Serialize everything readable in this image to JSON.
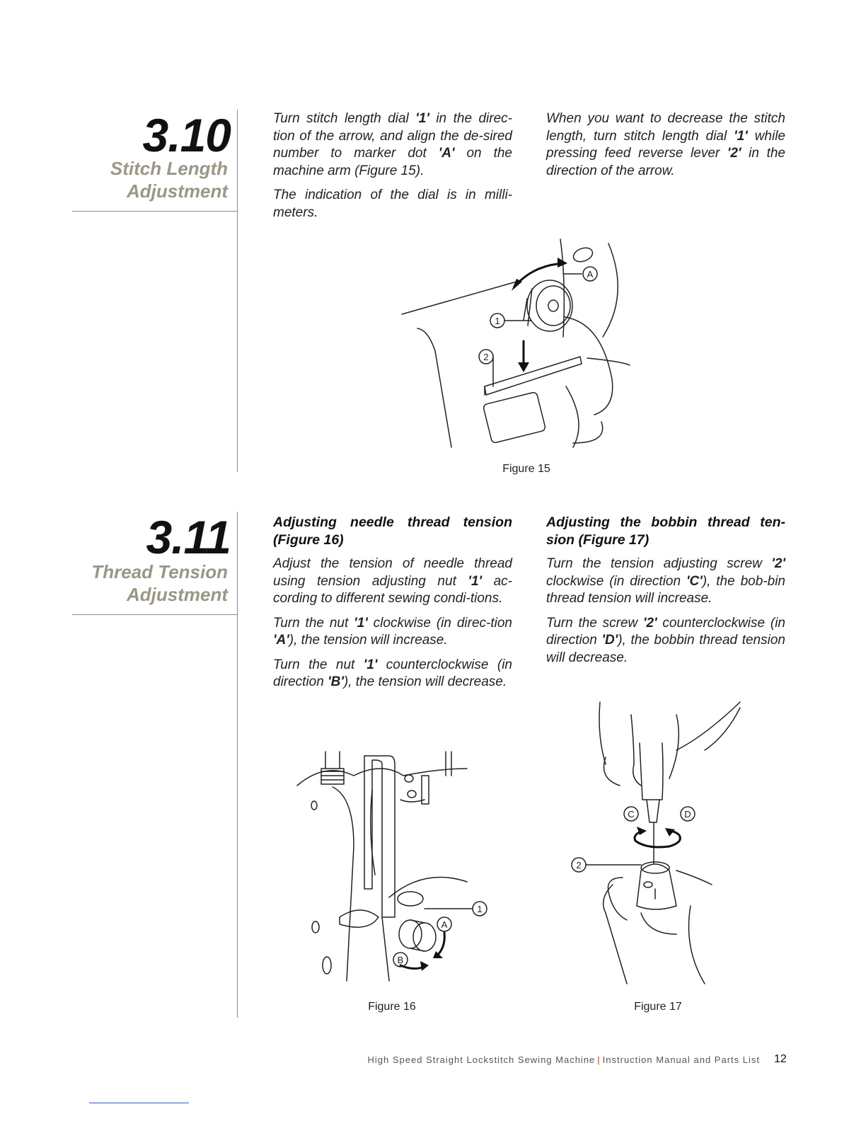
{
  "sections": [
    {
      "number": "3.10",
      "title_lines": [
        "Stitch Length",
        "Adjustment"
      ],
      "left_col": [
        {
          "pre": "Turn stitch length dial ",
          "b1": "'1'",
          "mid": " in the direc-tion of the arrow, and align the de-sired number to marker dot ",
          "b2": "'A'",
          "post": " on the machine arm (Figure 15)."
        },
        {
          "text": "The indication of the dial is in milli-meters."
        }
      ],
      "right_col": [
        {
          "pre": "When you want to decrease the stitch length, turn stitch length dial ",
          "b1": "'1'",
          "mid": " while pressing feed reverse lever ",
          "b2": "'2'",
          "post": " in the direction of the arrow."
        }
      ],
      "figure_caption": "Figure 15",
      "figure_labels": [
        "A",
        "1",
        "2"
      ]
    },
    {
      "number": "3.11",
      "title_lines": [
        "Thread Tension",
        "Adjustment"
      ],
      "left_heading": "Adjusting needle thread tension (Figure 16)",
      "left_col": [
        {
          "pre": "Adjust the tension of needle thread using tension adjusting nut ",
          "b1": "'1'",
          "post": " ac-cording to different sewing condi-tions."
        },
        {
          "pre": "Turn the nut ",
          "b1": "'1'",
          "mid": " clockwise (in direc-tion ",
          "b2": "'A'",
          "post": "), the tension will increase."
        },
        {
          "pre": "Turn the nut ",
          "b1": "'1'",
          "mid": " counterclockwise (in direction ",
          "b2": "'B'",
          "post": "), the tension will decrease."
        }
      ],
      "right_heading": "Adjusting the bobbin thread ten-sion (Figure 17)",
      "right_col": [
        {
          "pre": "Turn the tension adjusting screw ",
          "b1": "'2'",
          "mid": " clockwise (in direction ",
          "b2": "'C'",
          "post": "), the bob-bin thread tension will increase."
        },
        {
          "pre": "Turn the screw ",
          "b1": "'2'",
          "mid": " counterclockwise (in direction ",
          "b2": "'D'",
          "post": "), the bobbin thread tension will decrease."
        }
      ],
      "figure16_caption": "Figure 16",
      "figure16_labels": [
        "1",
        "A",
        "B"
      ],
      "figure17_caption": "Figure 17",
      "figure17_labels": [
        "C",
        "D",
        "2"
      ]
    }
  ],
  "footer": {
    "left": "High Speed Straight Lockstitch Sewing Machine",
    "right": "Instruction Manual and Parts List",
    "separator": "|",
    "page_number": "12"
  }
}
